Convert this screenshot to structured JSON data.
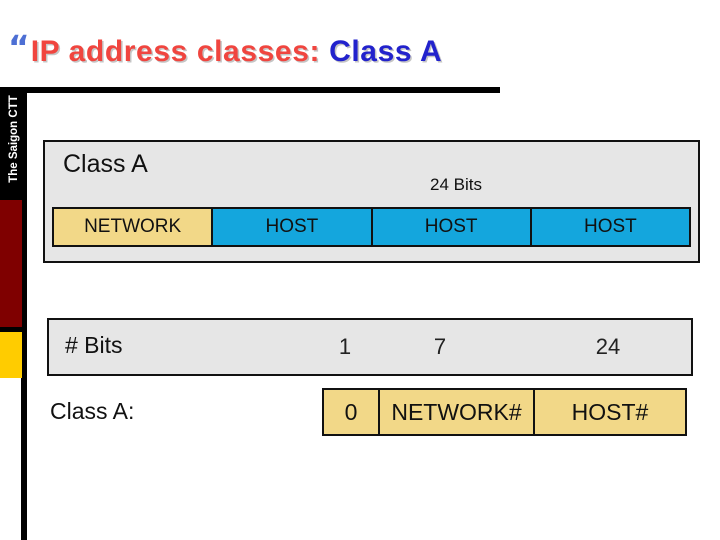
{
  "slide": {
    "sidebar_label": "The Saigon CTT",
    "bullet_glyph": "“",
    "title_main": "IP address classes:",
    "title_sub": "Class A",
    "colors": {
      "title_main": "#f0453f",
      "title_sub": "#2222cc",
      "bullet": "#4d6fd4",
      "sidebar_red": "#7f0000",
      "sidebar_yellow": "#ffcc00",
      "panel_bg": "#e6e6e6",
      "network_fill": "#f2d888",
      "host_fill": "#14a6dd",
      "arrow_red": "#c8103c"
    }
  },
  "diagram_class_a": {
    "heading": "Class A",
    "arrow_label": "24 Bits",
    "segments": [
      {
        "label": "NETWORK",
        "type": "network"
      },
      {
        "label": "HOST",
        "type": "host"
      },
      {
        "label": "HOST",
        "type": "host"
      },
      {
        "label": "HOST",
        "type": "host"
      }
    ]
  },
  "diagram_bits": {
    "row_label": "# Bits",
    "counts": [
      "1",
      "7",
      "24"
    ],
    "class_label": "Class A:",
    "fields": [
      {
        "label": "0"
      },
      {
        "label": "NETWORK#"
      },
      {
        "label": "HOST#"
      }
    ]
  }
}
